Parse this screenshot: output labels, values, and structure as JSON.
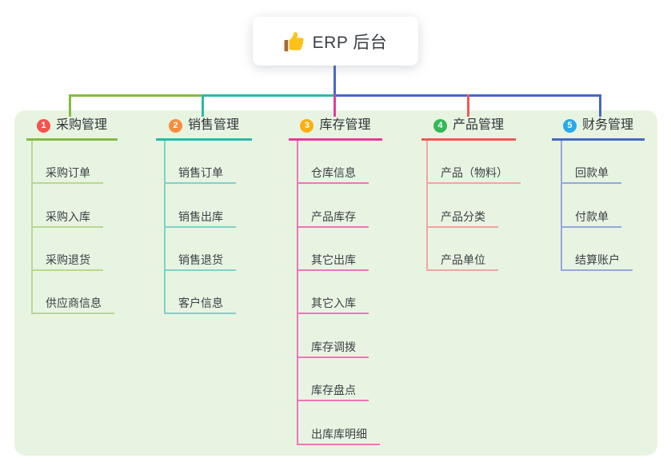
{
  "root": {
    "title": "ERP 后台",
    "icon": "thumbs-up-icon"
  },
  "branches": [
    {
      "index": "1",
      "label": "采购管理",
      "children": [
        "采购订单",
        "采购入库",
        "采购退货",
        "供应商信息"
      ]
    },
    {
      "index": "2",
      "label": "销售管理",
      "children": [
        "销售订单",
        "销售出库",
        "销售退货",
        "客户信息"
      ]
    },
    {
      "index": "3",
      "label": "库存管理",
      "children": [
        "仓库信息",
        "产品库存",
        "其它出库",
        "其它入库",
        "库存调拨",
        "库存盘点",
        "出库库明细"
      ]
    },
    {
      "index": "4",
      "label": "产品管理",
      "children": [
        "产品（物料）",
        "产品分类",
        "产品单位"
      ]
    },
    {
      "index": "5",
      "label": "财务管理",
      "children": [
        "回款单",
        "付款单",
        "结算账户"
      ]
    }
  ],
  "colors": {
    "branch1": {
      "line": "#84bb40",
      "child_line": "#b6da8b",
      "badge": "#f4544e"
    },
    "branch2": {
      "line": "#2cb9a8",
      "child_line": "#7fd2c6",
      "badge": "#fa8c3d"
    },
    "branch3": {
      "line": "#dd3f9e",
      "child_line": "#f075b8",
      "badge": "#fcae16"
    },
    "branch4": {
      "line": "#f15955",
      "child_line": "#f5a3a1",
      "badge": "#35b857"
    },
    "branch5": {
      "line": "#4767c8",
      "child_line": "#95a7dd",
      "badge": "#2aa9e9"
    },
    "root_connector": "#4767c8",
    "canvas_panel": "#e8f4e2",
    "thumb_icon": "#fcc21b"
  }
}
